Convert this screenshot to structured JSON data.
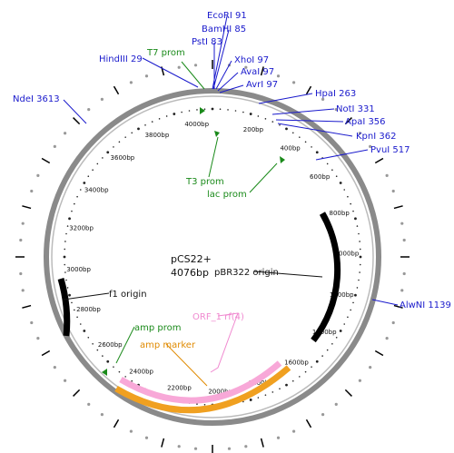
{
  "plasmid": {
    "name": "pCS22+",
    "size": "4076bp"
  },
  "colors": {
    "site": "#1a1acc",
    "green": "#1a8a1a",
    "orange": "#f0a020",
    "pink": "#f8a8d8",
    "backbone": "#888888",
    "black": "#000000"
  },
  "ring_labels": [
    "200bp",
    "400bp",
    "600bp",
    "800bp",
    "1000bp",
    "1200bp",
    "1400bp",
    "1600bp",
    "1800bp",
    "2000bp",
    "2200bp",
    "2400bp",
    "2600bp",
    "2800bp",
    "3000bp",
    "3200bp",
    "3400bp",
    "3600bp",
    "3800bp",
    "4000bp"
  ],
  "sites": [
    {
      "label": "EcoRI 91"
    },
    {
      "label": "BamHI 85"
    },
    {
      "label": "PstI 83"
    },
    {
      "label": "XhoI 97"
    },
    {
      "label": "AvaI 97"
    },
    {
      "label": "AvrI 97"
    },
    {
      "label": "HpaI 263"
    },
    {
      "label": "NotI 331"
    },
    {
      "label": "ApaI 356"
    },
    {
      "label": "KpnI 362"
    },
    {
      "label": "PvuI 517"
    },
    {
      "label": "AlwNI 1139"
    },
    {
      "label": "HindIII 29"
    },
    {
      "label": "NdeI 3613"
    }
  ],
  "features": {
    "t7_prom": "T7 prom",
    "t3_prom": "T3 prom",
    "lac_prom": "lac prom",
    "pbr322_origin": "pBR322 origin",
    "f1_origin": "f1 origin",
    "amp_prom": "amp prom",
    "amp_marker": "amp marker",
    "orf": "ORF_1 rf(4)"
  }
}
